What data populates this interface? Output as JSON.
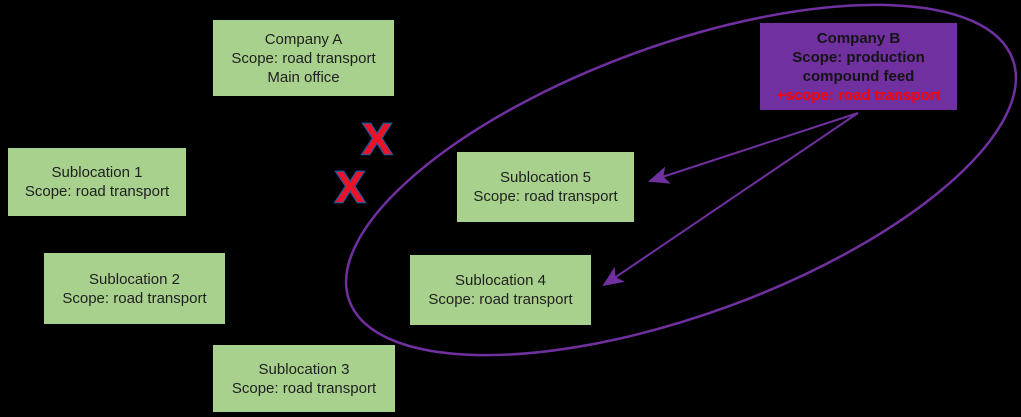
{
  "diagram": {
    "boxes": {
      "company_a": {
        "lines": [
          "Company A",
          "Scope: road transport",
          "Main office"
        ]
      },
      "sublocation_1": {
        "lines": [
          "Sublocation 1",
          "Scope: road transport"
        ]
      },
      "sublocation_2": {
        "lines": [
          "Sublocation 2",
          "Scope: road transport"
        ]
      },
      "sublocation_3": {
        "lines": [
          "Sublocation 3",
          "Scope: road transport"
        ]
      },
      "sublocation_4": {
        "lines": [
          "Sublocation 4",
          "Scope: road transport"
        ]
      },
      "sublocation_5": {
        "lines": [
          "Sublocation 5",
          "Scope: road transport"
        ]
      },
      "company_b": {
        "lines": [
          "Company B",
          "Scope: production",
          "compound feed"
        ],
        "highlight_line": "+scope: road transport"
      }
    },
    "annotations": {
      "x_symbol": "X",
      "x_count": 2,
      "arrow_targets": [
        "sublocation_5",
        "sublocation_4"
      ],
      "arrow_source": "company_b",
      "grouping_ellipse_contains": [
        "sublocation_4",
        "sublocation_5",
        "company_b"
      ]
    },
    "colors": {
      "background": "#000000",
      "box_green": "#a9d18e",
      "box_purple": "#7030a0",
      "line_purple": "#7030a0",
      "highlight_red": "#ff0000",
      "x_fill": "#ee1228",
      "x_outline": "#2f5496",
      "text": "#1f1f1f"
    }
  }
}
